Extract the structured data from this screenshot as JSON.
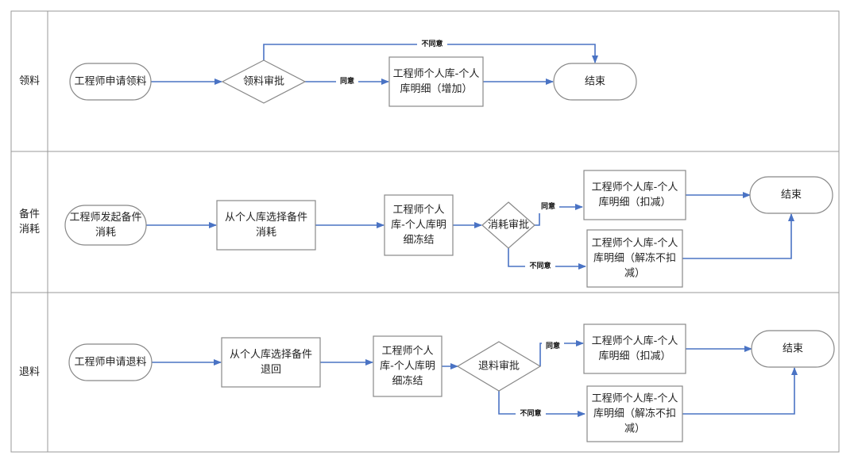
{
  "colors": {
    "edge": "#4a73c4",
    "border": "#888888",
    "lane_line": "#999999",
    "background": "#ffffff"
  },
  "lanes": [
    {
      "id": "lane-1",
      "label": [
        "领料"
      ]
    },
    {
      "id": "lane-2",
      "label": [
        "备件",
        "消耗"
      ]
    },
    {
      "id": "lane-3",
      "label": [
        "退料"
      ]
    }
  ],
  "nodes": {
    "l1_start": {
      "shape": "terminal",
      "text": [
        "工程师申请领料"
      ]
    },
    "l1_decision": {
      "shape": "decision",
      "text": [
        "领料审批"
      ]
    },
    "l1_process": {
      "shape": "process",
      "text": [
        "工程师个人库-个人",
        "库明细（增加）"
      ]
    },
    "l1_end": {
      "shape": "terminal",
      "text": [
        "结束"
      ]
    },
    "l2_start": {
      "shape": "terminal",
      "text": [
        "工程师发起备件",
        "消耗"
      ]
    },
    "l2_select": {
      "shape": "process",
      "text": [
        "从个人库选择备件",
        "消耗"
      ]
    },
    "l2_freeze": {
      "shape": "process",
      "text": [
        "工程师个人",
        "库-个人库明",
        "细冻结"
      ]
    },
    "l2_decision": {
      "shape": "decision",
      "text": [
        "消耗审批"
      ]
    },
    "l2_deduct": {
      "shape": "process",
      "text": [
        "工程师个人库-个人",
        "库明细（扣减）"
      ]
    },
    "l2_unfreeze": {
      "shape": "process",
      "text": [
        "工程师个人库-个人",
        "库明细（解冻不扣",
        "减）"
      ]
    },
    "l2_end": {
      "shape": "terminal",
      "text": [
        "结束"
      ]
    },
    "l3_start": {
      "shape": "terminal",
      "text": [
        "工程师申请退料"
      ]
    },
    "l3_select": {
      "shape": "process",
      "text": [
        "从个人库选择备件",
        "退回"
      ]
    },
    "l3_freeze": {
      "shape": "process",
      "text": [
        "工程师个人",
        "库-个人库明",
        "细冻结"
      ]
    },
    "l3_decision": {
      "shape": "decision",
      "text": [
        "退料审批"
      ]
    },
    "l3_deduct": {
      "shape": "process",
      "text": [
        "工程师个人库-个人",
        "库明细（扣减）"
      ]
    },
    "l3_unfreeze": {
      "shape": "process",
      "text": [
        "工程师个人库-个人",
        "库明细（解冻不扣",
        "减）"
      ]
    },
    "l3_end": {
      "shape": "terminal",
      "text": [
        "结束"
      ]
    }
  },
  "edges": [
    {
      "from": "l1_start",
      "to": "l1_decision",
      "label": ""
    },
    {
      "from": "l1_decision",
      "to": "l1_process",
      "label": "同意"
    },
    {
      "from": "l1_decision",
      "to": "l1_end",
      "label": "不同意"
    },
    {
      "from": "l1_process",
      "to": "l1_end",
      "label": ""
    },
    {
      "from": "l2_start",
      "to": "l2_select",
      "label": ""
    },
    {
      "from": "l2_select",
      "to": "l2_freeze",
      "label": ""
    },
    {
      "from": "l2_freeze",
      "to": "l2_decision",
      "label": ""
    },
    {
      "from": "l2_decision",
      "to": "l2_deduct",
      "label": "同意"
    },
    {
      "from": "l2_decision",
      "to": "l2_unfreeze",
      "label": "不同意"
    },
    {
      "from": "l2_deduct",
      "to": "l2_end",
      "label": ""
    },
    {
      "from": "l2_unfreeze",
      "to": "l2_end",
      "label": ""
    },
    {
      "from": "l3_start",
      "to": "l3_select",
      "label": ""
    },
    {
      "from": "l3_select",
      "to": "l3_freeze",
      "label": ""
    },
    {
      "from": "l3_freeze",
      "to": "l3_decision",
      "label": ""
    },
    {
      "from": "l3_decision",
      "to": "l3_deduct",
      "label": "同意"
    },
    {
      "from": "l3_decision",
      "to": "l3_unfreeze",
      "label": "不同意"
    },
    {
      "from": "l3_deduct",
      "to": "l3_end",
      "label": ""
    },
    {
      "from": "l3_unfreeze",
      "to": "l3_end",
      "label": ""
    }
  ]
}
